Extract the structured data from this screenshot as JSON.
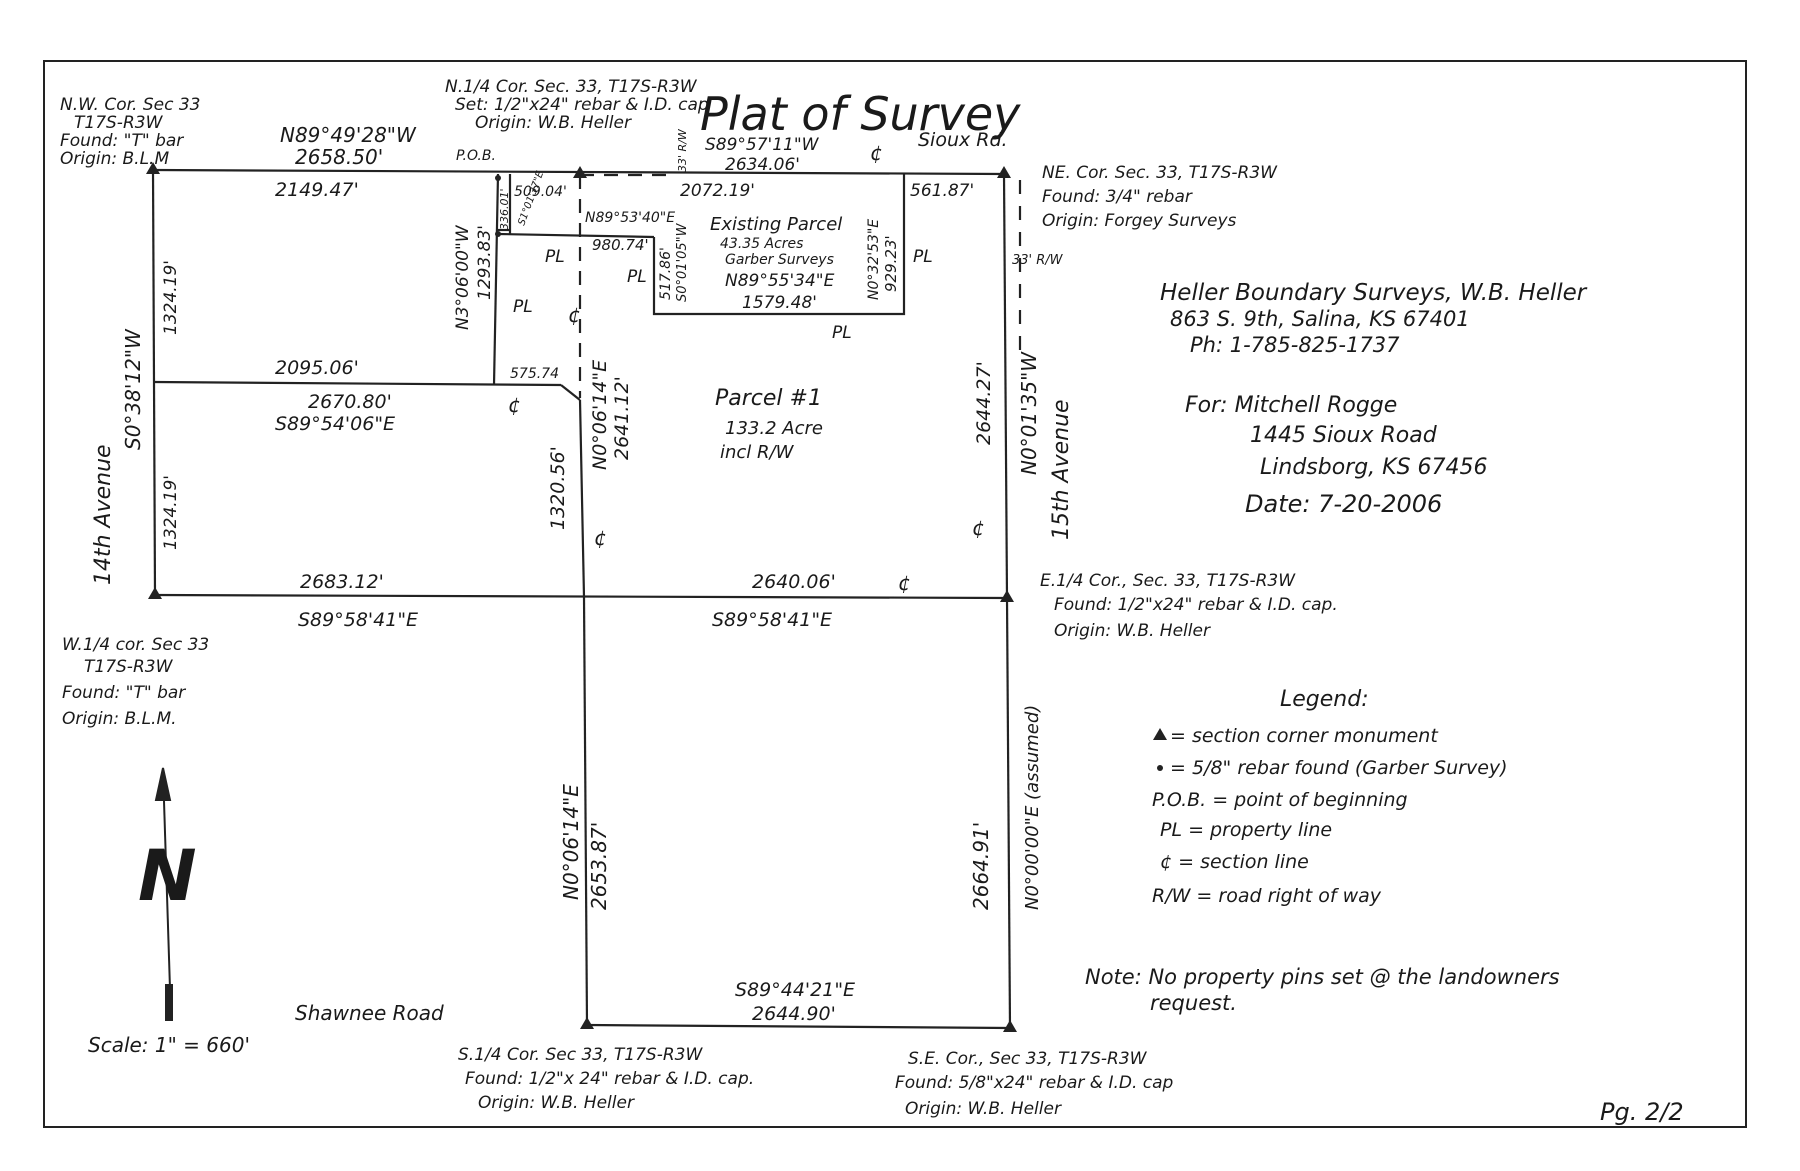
{
  "title": "Plat of Survey",
  "surveyor": {
    "line1": "Heller Boundary Surveys, W.B. Heller",
    "line2": "863 S. 9th, Salina, KS 67401",
    "line3": "Ph: 1-785-825-1737"
  },
  "client": {
    "line1": "For: Mitchell Rogge",
    "line2": "1445 Sioux Road",
    "line3": "Lindsborg, KS 67456",
    "line4": "Date: 7-20-2006"
  },
  "corners": {
    "nw": [
      "N.W. Cor. Sec 33",
      "T17S-R3W",
      "Found: \"T\" bar",
      "Origin: B.L.M"
    ],
    "n14": [
      "N.1/4 Cor. Sec. 33, T17S-R3W",
      "Set: 1/2\"x24\" rebar & I.D. cap",
      "Origin: W.B. Heller"
    ],
    "ne": [
      "NE. Cor. Sec. 33, T17S-R3W",
      "Found: 3/4\" rebar",
      "Origin: Forgey Surveys"
    ],
    "w14": [
      "W.1/4 cor. Sec 33",
      "T17S-R3W",
      "Found: \"T\" bar",
      "Origin: B.L.M."
    ],
    "e14": [
      "E.1/4 Cor., Sec. 33, T17S-R3W",
      "Found: 1/2\"x24\" rebar & I.D. cap.",
      "Origin: W.B. Heller"
    ],
    "s14": [
      "S.1/4 Cor. Sec 33, T17S-R3W",
      "Found: 1/2\"x 24\" rebar & I.D. cap.",
      "Origin: W.B. Heller"
    ],
    "se": [
      "S.E. Cor., Sec 33, T17S-R3W",
      "Found: 5/8\"x24\" rebar & I.D. cap",
      "Origin: W.B. Heller"
    ]
  },
  "roads": {
    "sioux": "Sioux Rd.",
    "ave14": "14th Avenue",
    "ave15": "15th Avenue",
    "shawnee": "Shawnee Road",
    "row_n": "33' R/W",
    "row_e": "33' R/W"
  },
  "bearings": {
    "north_bearing": "N89°49'28\"W",
    "north_total": "2658.50'",
    "north_east_bearing": "S89°57'11\"W",
    "north_east_total": "2634.06'",
    "nw_seg": "2149.47'",
    "pob_seg": "509.04'",
    "n_mid_seg": "2072.19'",
    "ne_seg": "561.87'",
    "west_bearing": "S0°38'12\"W",
    "west_upper": "1324.19'",
    "west_lower": "1324.19'",
    "mid_w_dist": "2095.06'",
    "mid_w_total": "2670.80'",
    "mid_w_bearing": "S89°54'06\"E",
    "mid_w_seg2": "575.74",
    "parcel_w_bearing": "N3°06'00\"W",
    "parcel_w_dist": "1293.83'",
    "small_a": "336.01'",
    "small_b": "S1°01'37\"E",
    "existing_n_bearing": "N89°53'40\"E",
    "existing_n_dist": "980.74'",
    "existing_w_dist": "517.86'",
    "existing_w_bearing": "S0°01'05\"W",
    "existing_s_bearing": "N89°55'34\"E",
    "existing_s_dist": "1579.48'",
    "existing_e_bearing": "N0°32'53\"E",
    "existing_e_dist": "929.23'",
    "center_upper_bearing": "N0°06'14\"E",
    "center_upper_dist": "2641.12'",
    "center_upper_seg": "1320.56'",
    "east_upper_dist": "2644.27'",
    "east_upper_bearing": "N0°01'35\"W",
    "mid_left_dist": "2683.12'",
    "mid_left_bearing": "S89°58'41\"E",
    "mid_right_dist": "2640.06'",
    "mid_right_bearing": "S89°58'41\"E",
    "center_lower_bearing": "N0°06'14\"E",
    "center_lower_dist": "2653.87'",
    "east_lower_dist": "2664.91'",
    "east_lower_bearing": "N0°00'00\"E (assumed)",
    "south_bearing": "S89°44'21\"E",
    "south_dist": "2644.90'"
  },
  "parcels": {
    "existing": [
      "Existing Parcel",
      "43.35 Acres",
      "Garber Surveys"
    ],
    "parcel1": [
      "Parcel #1",
      "133.2 Acre",
      "incl R/W"
    ]
  },
  "marks": {
    "pob": "P.O.B.",
    "pl": "PL",
    "cl": "¢"
  },
  "legend": {
    "title": "Legend:",
    "items": [
      "= section corner monument",
      "= 5/8\" rebar found (Garber Survey)",
      "P.O.B. = point of beginning",
      "PL = property line",
      "¢ = section line",
      "R/W = road right of way"
    ]
  },
  "note": [
    "Note: No property pins set @ the landowners",
    "request."
  ],
  "scale": "Scale: 1\" = 660'",
  "north_letter": "N",
  "page": "Pg. 2/2"
}
